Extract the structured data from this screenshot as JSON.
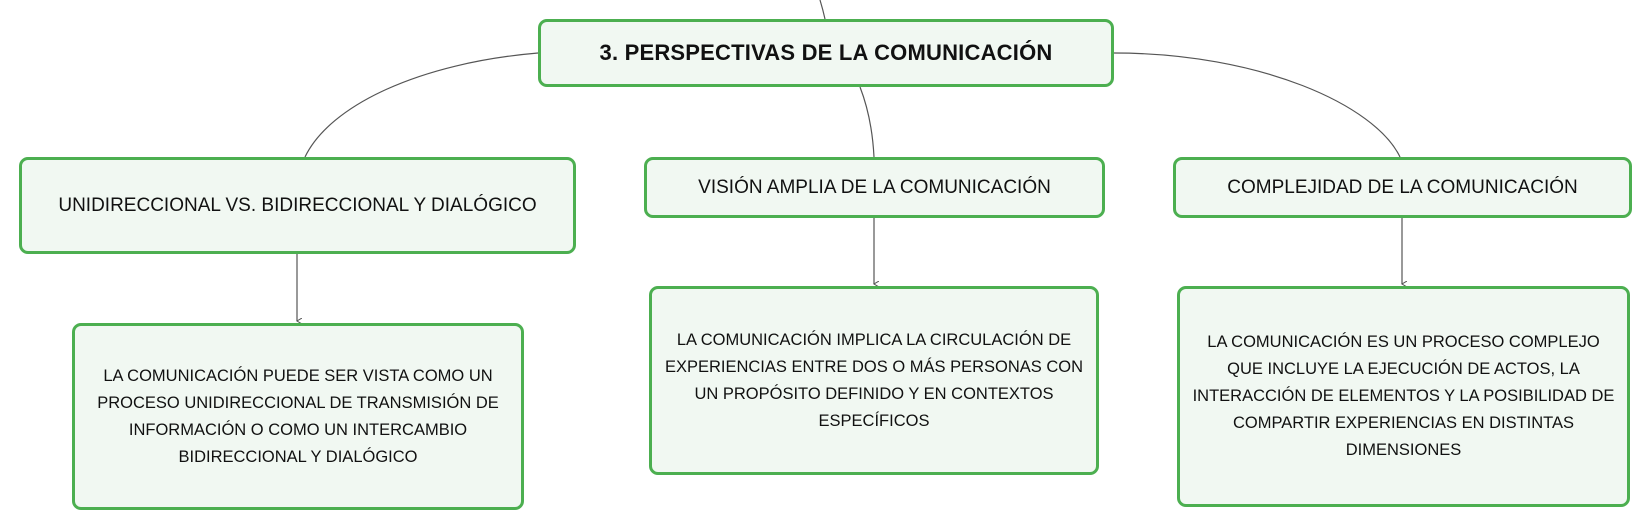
{
  "mindmap": {
    "root": {
      "label": "3. PERSPECTIVAS DE LA COMUNICACIÓN"
    },
    "branches": [
      {
        "label": "UNIDIRECCIONAL VS. BIDIRECCIONAL Y DIALÓGICO",
        "detail": "LA COMUNICACIÓN PUEDE SER VISTA COMO UN PROCESO UNIDIRECCIONAL DE TRANSMISIÓN DE INFORMACIÓN O COMO UN INTERCAMBIO BIDIRECCIONAL Y DIALÓGICO"
      },
      {
        "label": "VISIÓN AMPLIA DE LA COMUNICACIÓN",
        "detail": "LA COMUNICACIÓN IMPLICA LA CIRCULACIÓN DE EXPERIENCIAS ENTRE DOS O MÁS PERSONAS CON UN PROPÓSITO DEFINIDO Y EN CONTEXTOS ESPECÍFICOS"
      },
      {
        "label": "COMPLEJIDAD DE LA COMUNICACIÓN",
        "detail": "LA COMUNICACIÓN ES UN PROCESO COMPLEJO QUE INCLUYE LA EJECUCIÓN DE ACTOS, LA INTERACCIÓN DE ELEMENTOS Y LA POSIBILIDAD DE COMPARTIR EXPERIENCIAS EN DISTINTAS DIMENSIONES"
      }
    ]
  },
  "colors": {
    "node_border": "#4caf50",
    "node_fill": "#f1f8f2",
    "connector": "#555555",
    "text": "#111111"
  }
}
